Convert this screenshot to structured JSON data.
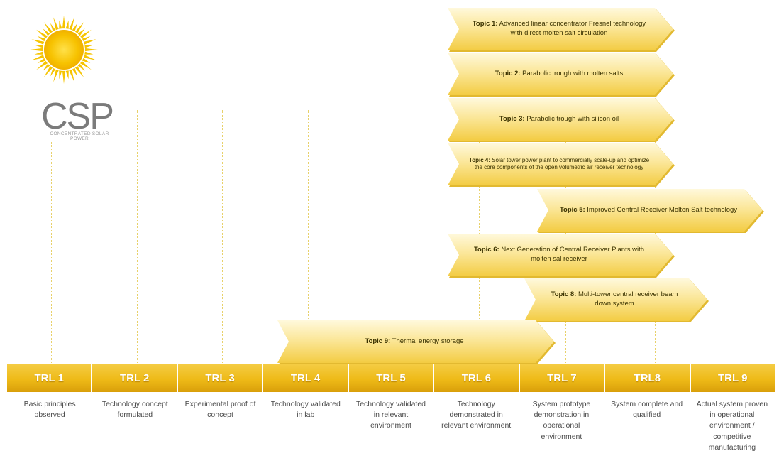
{
  "logo": {
    "text": "CSP",
    "subtitle": "CONCENTRATED SOLAR POWER"
  },
  "colors": {
    "accent": "#eeba17",
    "arrow_light": "#fff9dc",
    "arrow_dark": "#f3cc43",
    "text": "#4a4a4a",
    "logo_gray": "#7b7b7b"
  },
  "topics": [
    {
      "id": "t1",
      "label": "Topic 1:",
      "text": "Advanced linear concentrator Fresnel technology with direct molten salt circulation",
      "from_trl": 6,
      "to_trl": 8
    },
    {
      "id": "t2",
      "label": "Topic 2:",
      "text": "Parabolic trough with molten salts",
      "from_trl": 6,
      "to_trl": 8
    },
    {
      "id": "t3",
      "label": "Topic 3:",
      "text": "Parabolic trough with silicon oil",
      "from_trl": 6,
      "to_trl": 8
    },
    {
      "id": "t4",
      "label": "Topic 4:",
      "text": "Solar tower power plant to commercially scale-up and optimize the core components of the open volumetric air receiver technology",
      "from_trl": 6,
      "to_trl": 8
    },
    {
      "id": "t5",
      "label": "Topic 5:",
      "text": "Improved Central Receiver Molten Salt technology",
      "from_trl": 7,
      "to_trl": 9
    },
    {
      "id": "t6",
      "label": "Topic 6:",
      "text": "Next Generation of Central Receiver Plants with molten sal receiver",
      "from_trl": 6,
      "to_trl": 8
    },
    {
      "id": "t8",
      "label": "Topic 8:",
      "text": "Multi-tower central receiver beam down system",
      "from_trl": 7,
      "to_trl": 8
    },
    {
      "id": "t9",
      "label": "Topic 9:",
      "text": "Thermal energy storage",
      "from_trl": 4,
      "to_trl": 7
    }
  ],
  "trl_levels": [
    {
      "label": "TRL 1",
      "description": "Basic principles observed"
    },
    {
      "label": "TRL 2",
      "description": "Technology concept formulated"
    },
    {
      "label": "TRL 3",
      "description": "Experimental proof of concept"
    },
    {
      "label": "TRL 4",
      "description": "Technology validated in lab"
    },
    {
      "label": "TRL 5",
      "description": "Technology validated in relevant environment"
    },
    {
      "label": "TRL 6",
      "description": "Technology demonstrated in relevant environment"
    },
    {
      "label": "TRL 7",
      "description": "System prototype demonstration in operational environment"
    },
    {
      "label": "TRL8",
      "description": "System complete and qualified"
    },
    {
      "label": "TRL 9",
      "description": "Actual system proven in operational environment / competitive manufacturing"
    }
  ]
}
